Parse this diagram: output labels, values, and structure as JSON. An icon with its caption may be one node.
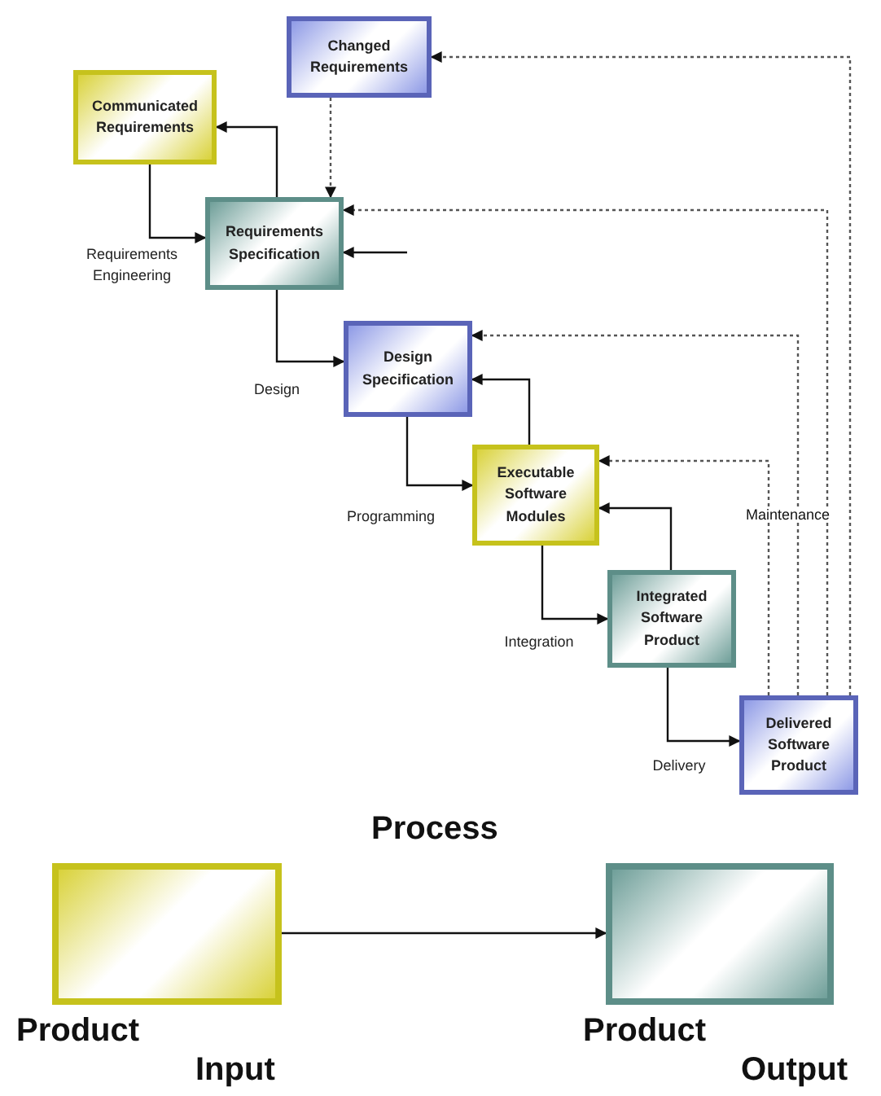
{
  "diagram": {
    "nodes": [
      {
        "text": [
          "Changed Requirements"
        ]
      },
      {
        "text": [
          "Communicated Requirements"
        ]
      },
      {
        "text": [
          "Requirements Specification"
        ]
      },
      {
        "text": [
          "Design Specification"
        ]
      },
      {
        "text": [
          "Executable Software Modules"
        ]
      },
      {
        "text": [
          "Integrated Software Product"
        ]
      },
      {
        "text": [
          "Delivered Software Product"
        ]
      },
      {
        "text": [],
        "shape": "box",
        "beside": [
          "Product",
          "Input"
        ]
      },
      {
        "text": [],
        "shape": "box",
        "beside": [
          "Product",
          "Output"
        ]
      }
    ],
    "edges": [
      {
        "from": 1,
        "to": 2,
        "arrow": "to",
        "label": "Requirements Engineering"
      },
      {
        "from": 2,
        "to": 1,
        "arrow": "to"
      },
      {
        "from": 2,
        "to": 3,
        "arrow": "to",
        "label": "Design"
      },
      {
        "from": null,
        "to": 2,
        "arrow": "to"
      },
      {
        "from": 3,
        "to": 4,
        "arrow": "to",
        "label": "Programming"
      },
      {
        "from": 4,
        "to": 3,
        "arrow": "to"
      },
      {
        "from": 4,
        "to": 5,
        "arrow": "to",
        "label": "Integration"
      },
      {
        "from": 5,
        "to": 4,
        "arrow": "to"
      },
      {
        "from": 5,
        "to": 6,
        "arrow": "to",
        "label": "Delivery"
      },
      {
        "from": 6,
        "to": 4,
        "arrow": "to",
        "style": "dashed"
      },
      {
        "from": 6,
        "to": 3,
        "arrow": "to",
        "style": "dashed"
      },
      {
        "from": 6,
        "to": 2,
        "arrow": "to",
        "style": "dashed"
      },
      {
        "from": 6,
        "to": 0,
        "arrow": "to",
        "style": "dashed"
      },
      {
        "from": 0,
        "to": 2,
        "arrow": "to",
        "style": "dashed"
      },
      {
        "from": 7,
        "to": 8,
        "arrow": "to"
      }
    ],
    "labels": [
      "Maintenance",
      "Process"
    ]
  }
}
